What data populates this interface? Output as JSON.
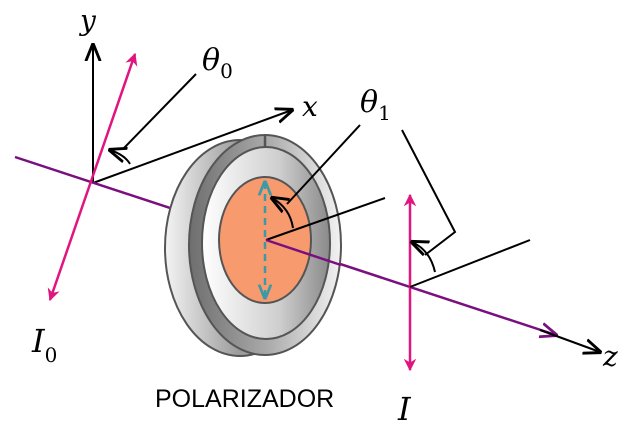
{
  "labels": {
    "y_axis": "y",
    "x_axis": "x",
    "z_axis": "z",
    "theta0": "θ",
    "theta0_sub": "0",
    "theta1": "θ",
    "theta1_sub": "1",
    "I0": "I",
    "I0_sub": "0",
    "I": "I",
    "polarizer": "POLARIZADOR"
  },
  "colors": {
    "beam": "#7a0f7f",
    "polarization": "#e0157f",
    "filter": "#f79a6e",
    "transmission_axis": "#3a9aa8"
  }
}
